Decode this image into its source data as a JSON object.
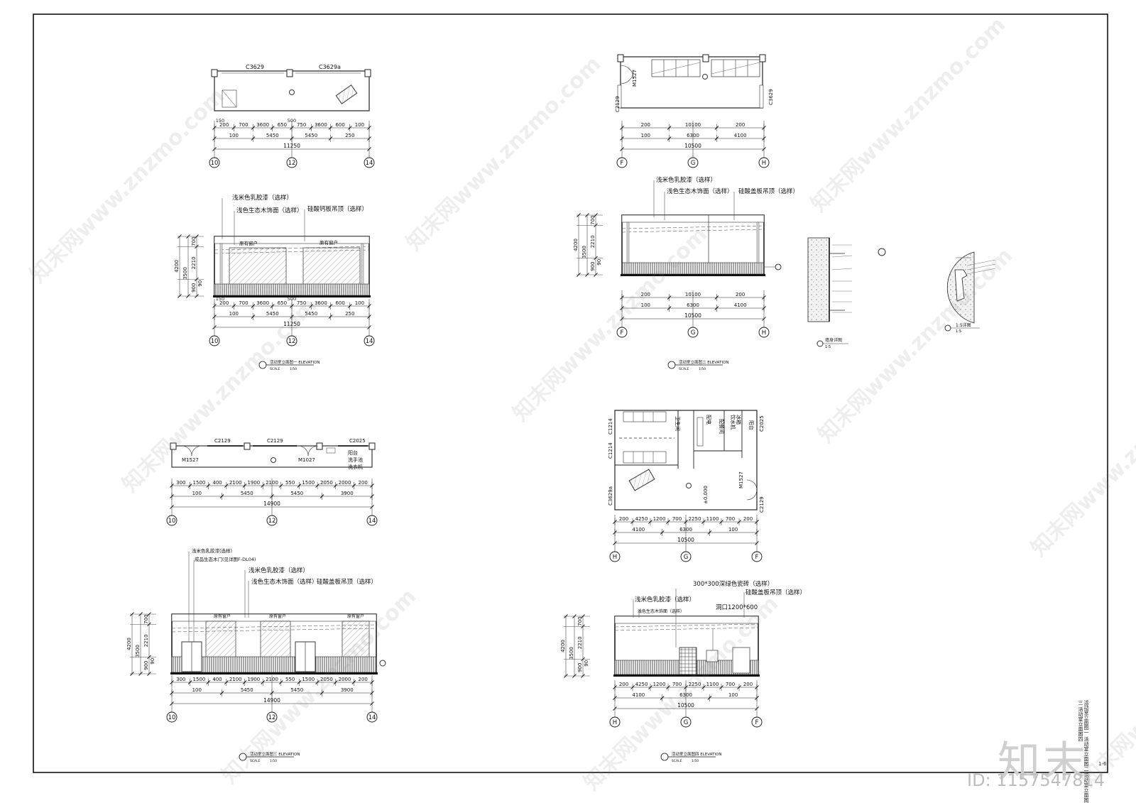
{
  "drawing": {
    "border_color": "#111111",
    "plans": [
      {
        "id": "p1",
        "window_tags": [
          "C3629",
          "C3629a"
        ],
        "dim_row1": [
          "200",
          "700",
          "3600",
          "650",
          "750",
          "3600",
          "600",
          "100"
        ],
        "dim_row1_top": [
          "150",
          "500"
        ],
        "dim_row2": [
          "100",
          "5450",
          "5450",
          "250"
        ],
        "total": "11250",
        "axes": [
          "10",
          "12",
          "14"
        ]
      },
      {
        "id": "p2",
        "window_tags": [
          "C2129",
          "M1527",
          "C3629"
        ],
        "dim_row1": [
          "200",
          "10100",
          "200"
        ],
        "dim_row2": [
          "100",
          "6300",
          "4100"
        ],
        "total": "10500",
        "axes": [
          "F",
          "G",
          "H"
        ]
      },
      {
        "id": "p3",
        "window_tags": [
          "C2129",
          "C2129",
          "C2025",
          "M1527",
          "M1027"
        ],
        "room_labels": [
          "阳台",
          "洗手池",
          "洗衣机"
        ],
        "dim_row1": [
          "300",
          "1500",
          "400",
          "2100",
          "1900",
          "2100",
          "550",
          "1500",
          "2050",
          "2000",
          "200"
        ],
        "dim_row2": [
          "100",
          "5450",
          "5450",
          "3900"
        ],
        "total": "14900",
        "axes": [
          "10",
          "12",
          "14"
        ]
      },
      {
        "id": "p4",
        "window_tags": [
          "C1214",
          "C1214",
          "C3629a",
          "C2025",
          "M1527",
          "C2129"
        ],
        "room_labels": [
          "卫生间",
          "配餐间",
          "饮水机",
          "冰箱",
          "配电",
          "阳台"
        ],
        "level": "±0.000",
        "dim_row1": [
          "200",
          "4250",
          "1200",
          "700",
          "2250",
          "1100",
          "700",
          "200"
        ],
        "dim_row2": [
          "4100",
          "6300",
          "100"
        ],
        "total": "10500",
        "axes": [
          "H",
          "G",
          "F"
        ]
      }
    ],
    "elevations": [
      {
        "id": "e1",
        "notes": [
          "浅米色乳胶漆（选样）",
          "浅色生态木饰面（选样）",
          "硅酸钙板吊顶（选样）"
        ],
        "window_labels": [
          "原有窗户",
          "原有窗户"
        ],
        "height_total": "4200",
        "height_parts": [
          "700",
          "2210",
          "3500",
          "900",
          "90"
        ],
        "dim_row1": [
          "200",
          "700",
          "3600",
          "650",
          "750",
          "3600",
          "600",
          "100"
        ],
        "dim_row1_top": [
          "150",
          "500"
        ],
        "dim_row2": [
          "100",
          "5450",
          "5450",
          "250"
        ],
        "total": "11250",
        "axes": [
          "10",
          "12",
          "14"
        ],
        "title": "活动室立面图一 ELEVATION",
        "scale_label": "SCALE",
        "scale": "1/50"
      },
      {
        "id": "e2",
        "notes": [
          "浅米色乳胶漆（选样）",
          "浅色生态木饰面（选样）",
          "硅酸盖板吊顶（选样）"
        ],
        "height_total": "4200",
        "height_parts": [
          "700",
          "2210",
          "3500",
          "900",
          "90"
        ],
        "dim_row1": [
          "200",
          "10100",
          "200"
        ],
        "dim_row2": [
          "100",
          "6300",
          "4100"
        ],
        "total": "10500",
        "axes": [
          "F",
          "G",
          "H"
        ],
        "title": "活动室立面图二 ELEVATION",
        "scale_label": "SCALE",
        "scale": "1/50"
      },
      {
        "id": "e3",
        "notes": [
          "浅米色乳胶漆(选样)",
          "成品生态木门(见详图F-DL04)",
          "浅米色乳胶漆（选样）",
          "浅色生态木饰面（选样）",
          "硅酸盖板吊顶（选样）"
        ],
        "window_labels": [
          "原有窗户",
          "原有窗户",
          "原有窗户"
        ],
        "height_total": "4200",
        "height_parts": [
          "700",
          "2210",
          "3500",
          "900",
          "90"
        ],
        "dim_row1": [
          "300",
          "1500",
          "400",
          "2100",
          "1900",
          "2100",
          "550",
          "1500",
          "2050",
          "2000",
          "200"
        ],
        "dim_row2": [
          "100",
          "5450",
          "5450",
          "3900"
        ],
        "total": "14900",
        "axes": [
          "10",
          "12",
          "14"
        ],
        "title": "活动室立面图三 ELEVATION",
        "scale_label": "SCALE",
        "scale": "1/50"
      },
      {
        "id": "e4",
        "notes": [
          "300*300深绿色瓷砖（选样）",
          "浅米色乳胶漆（选样）",
          "硅酸盖板吊顶（选样）",
          "浅色生态木饰面（选样）",
          "洞口1200*600"
        ],
        "height_total": "4200",
        "height_parts": [
          "700",
          "2210",
          "3500",
          "900",
          "90"
        ],
        "dim_row1": [
          "200",
          "4250",
          "1200",
          "700",
          "2250",
          "1100",
          "700",
          "200"
        ],
        "dim_row2": [
          "4100",
          "6300",
          "100"
        ],
        "total": "10500",
        "axes": [
          "H",
          "G",
          "F"
        ],
        "title": "活动室立面图四 ELEVATION",
        "scale_label": "SCALE",
        "scale": "1/50"
      }
    ],
    "details": [
      {
        "id": "d1",
        "title": "墙身详图",
        "scale": "1:5"
      },
      {
        "id": "d2",
        "title": "1:5详图",
        "scale": "1:5"
      }
    ]
  },
  "sheet_title": "活动室立面图一 活动室立面图二 活动室立面图三 活动室立面图四",
  "page_number": "1-6",
  "brand": "知末",
  "id_tag": "ID: 1157547814",
  "watermarks": [
    "知末网www.znzmo.com"
  ]
}
